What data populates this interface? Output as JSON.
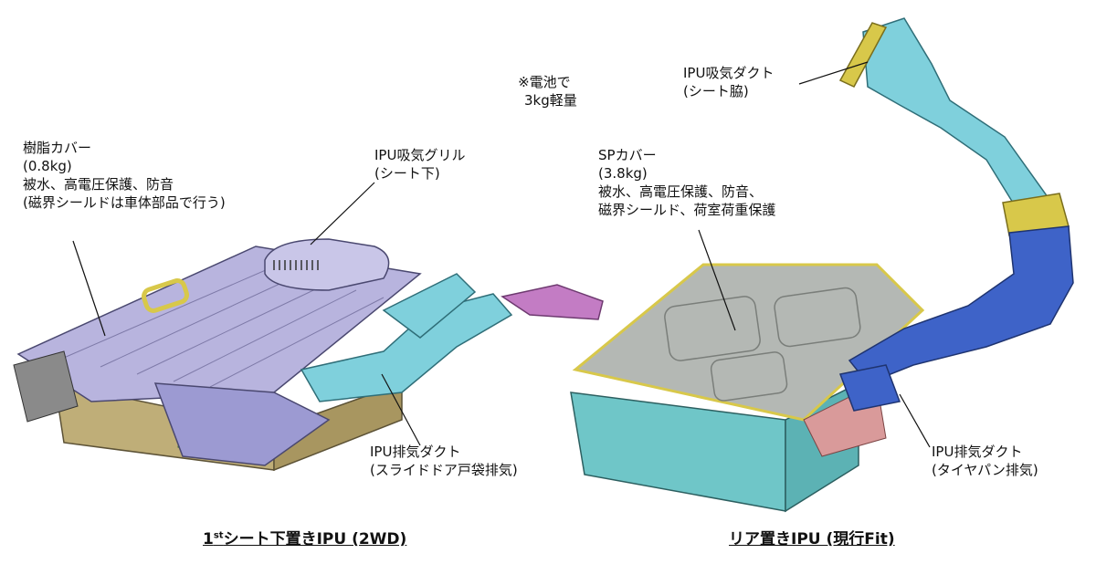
{
  "note": {
    "line1": "※電池で",
    "line2": "3kg軽量"
  },
  "left_unit": {
    "caption_prefix": "1",
    "caption_sup": "st",
    "caption_main": "シート下置きIPU (2WD)",
    "cover_label": {
      "title": "樹脂カバー",
      "weight": "(0.8kg)",
      "line3": "被水、高電圧保護、防音",
      "line4": "(磁界シールドは車体部品で行う)"
    },
    "grille_label": {
      "line1": "IPU吸気グリル",
      "line2": "(シート下)"
    },
    "exhaust_label": {
      "line1": "IPU排気ダクト",
      "line2": "(スライドドア戸袋排気)"
    }
  },
  "right_unit": {
    "caption_main": "リア置きIPU (現行Fit)",
    "cover_label": {
      "title": "SPカバー",
      "weight": "(3.8kg)",
      "line3": "被水、高電圧保護、防音、",
      "line4": "磁界シールド、荷室荷重保護"
    },
    "intake_label": {
      "line1": "IPU吸気ダクト",
      "line2": "(シート脇)"
    },
    "exhaust_label": {
      "line1": "IPU排気ダクト",
      "line2": "(タイヤパン排気)"
    }
  },
  "colors": {
    "left_cover": "#b8b4de",
    "left_tray": "#bfae78",
    "duct_cyan": "#7fd0dc",
    "duct_blue": "#3e63c8",
    "right_tray": "#6fc6c8",
    "right_cover": "#b4b8b4",
    "pink_bracket": "#c37cc4",
    "yellow_seal": "#d8c84a"
  }
}
